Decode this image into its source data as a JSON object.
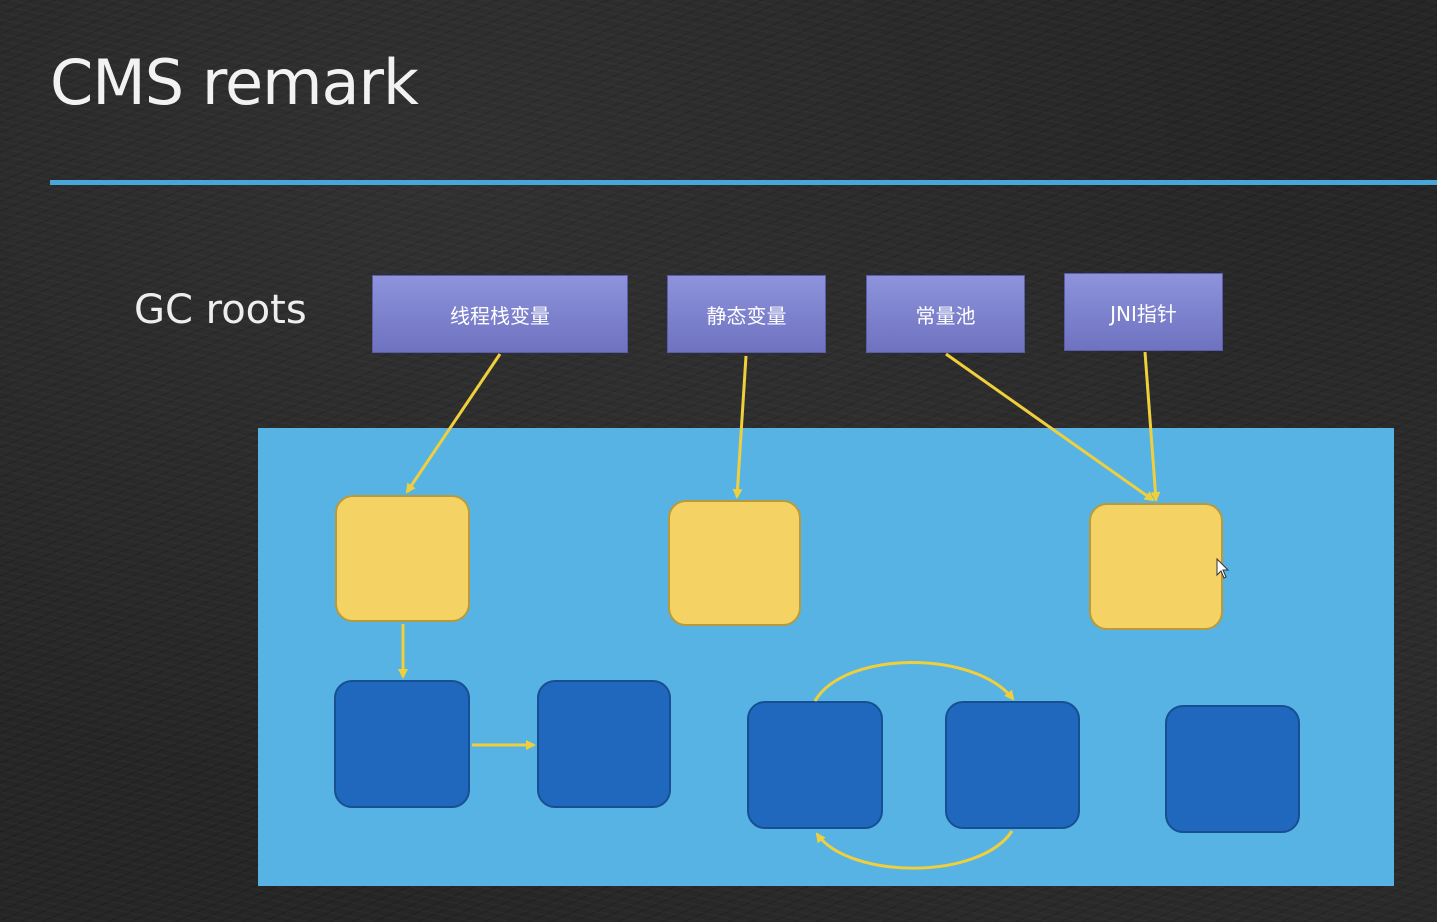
{
  "slide": {
    "title": "CMS remark",
    "gc_roots_label": "GC roots"
  },
  "roots": [
    {
      "label": "线程栈变量"
    },
    {
      "label": "静态变量"
    },
    {
      "label": "常量池"
    },
    {
      "label": "JNI指针"
    }
  ],
  "colors": {
    "rule": "#4aa6d8",
    "root_box": "#7b80cc",
    "heap": "#56b3e4",
    "marked_object": "#f5d264",
    "unmarked_object": "#1f68bd",
    "arrow": "#f0cf3c"
  },
  "objects": {
    "yellow_count": 3,
    "blue_count": 5
  }
}
